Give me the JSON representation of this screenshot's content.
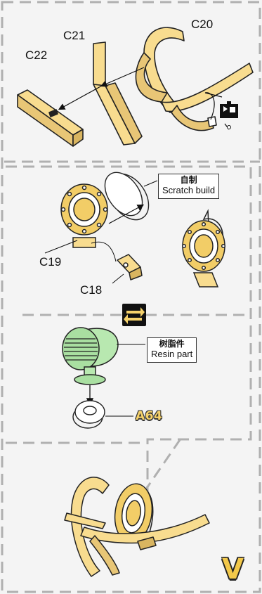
{
  "parts": {
    "c20": "C20",
    "c21": "C21",
    "c22": "C22",
    "c19": "C19",
    "c18": "C18"
  },
  "notes": {
    "scratch_zh": "自制",
    "scratch_en": "Scratch build",
    "resin_zh": "树脂件",
    "resin_en": "Resin part"
  },
  "reference_part": "A64",
  "step_mark": "V",
  "colors": {
    "part_yellow": "#f8dc8f",
    "outline": "#222222",
    "resin_green": "#b8e8b0",
    "dash_gray": "#b0b0b0",
    "background": "#f4f4f4"
  },
  "icons": [
    "drill-hole-icon",
    "alternative-swap-icon"
  ]
}
